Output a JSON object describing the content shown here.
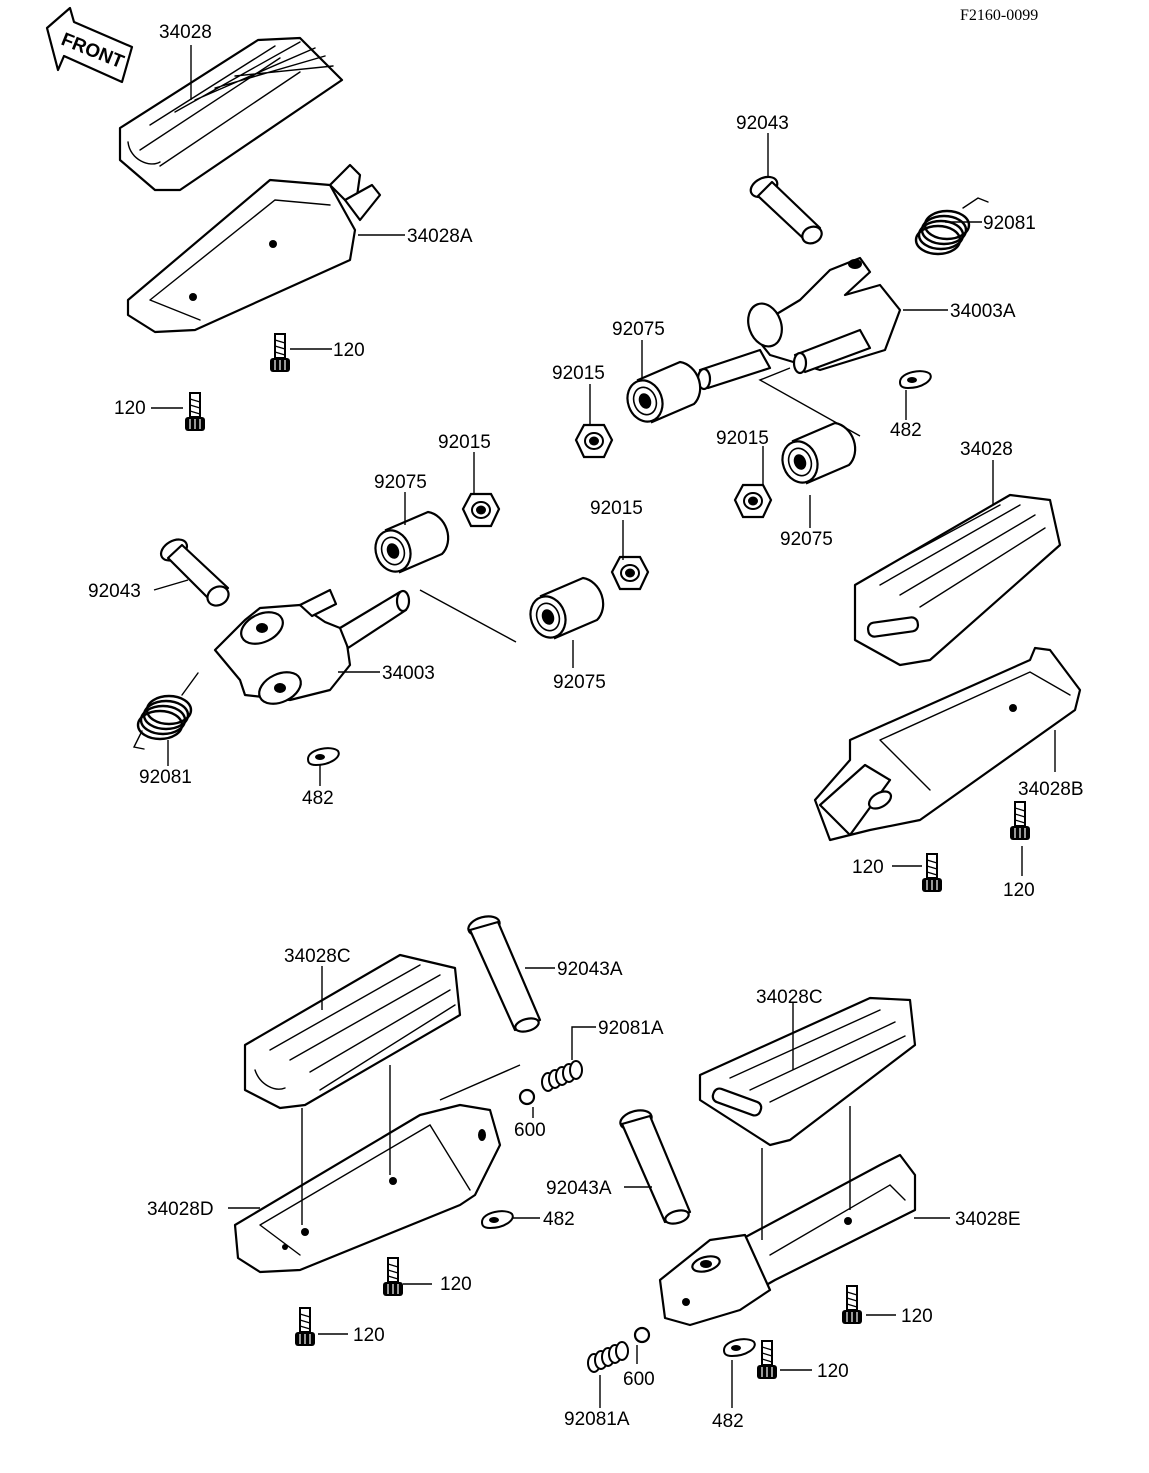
{
  "figure_ref": "F2160-0099",
  "front_arrow_label": "FRONT",
  "labels": {
    "l34028_a": "34028",
    "l34028A": "34028A",
    "l120_a": "120",
    "l120_b": "120",
    "l92043_a": "92043",
    "l92081_a": "92081",
    "l34003A": "34003A",
    "l92075_a": "92075",
    "l92015_a": "92015",
    "l482_a": "482",
    "l34028_b": "34028",
    "l92015_b": "92015",
    "l92075_b": "92075",
    "l92015_c": "92015",
    "l92075_c": "92075",
    "l92015_d": "92015",
    "l92043_b": "92043",
    "l34003": "34003",
    "l92075_d": "92075",
    "l92081_b": "92081",
    "l482_b": "482",
    "l34028B": "34028B",
    "l120_c": "120",
    "l120_d": "120",
    "l34028C_a": "34028C",
    "l92043A_a": "92043A",
    "l92081A_a": "92081A",
    "l600_a": "600",
    "l34028D": "34028D",
    "l482_c": "482",
    "l120_e": "120",
    "l120_f": "120",
    "l34028C_b": "34028C",
    "l92043A_b": "92043A",
    "l34028E": "34028E",
    "l120_g": "120",
    "l120_h": "120",
    "l600_b": "600",
    "l92081A_b": "92081A",
    "l482_d": "482"
  }
}
